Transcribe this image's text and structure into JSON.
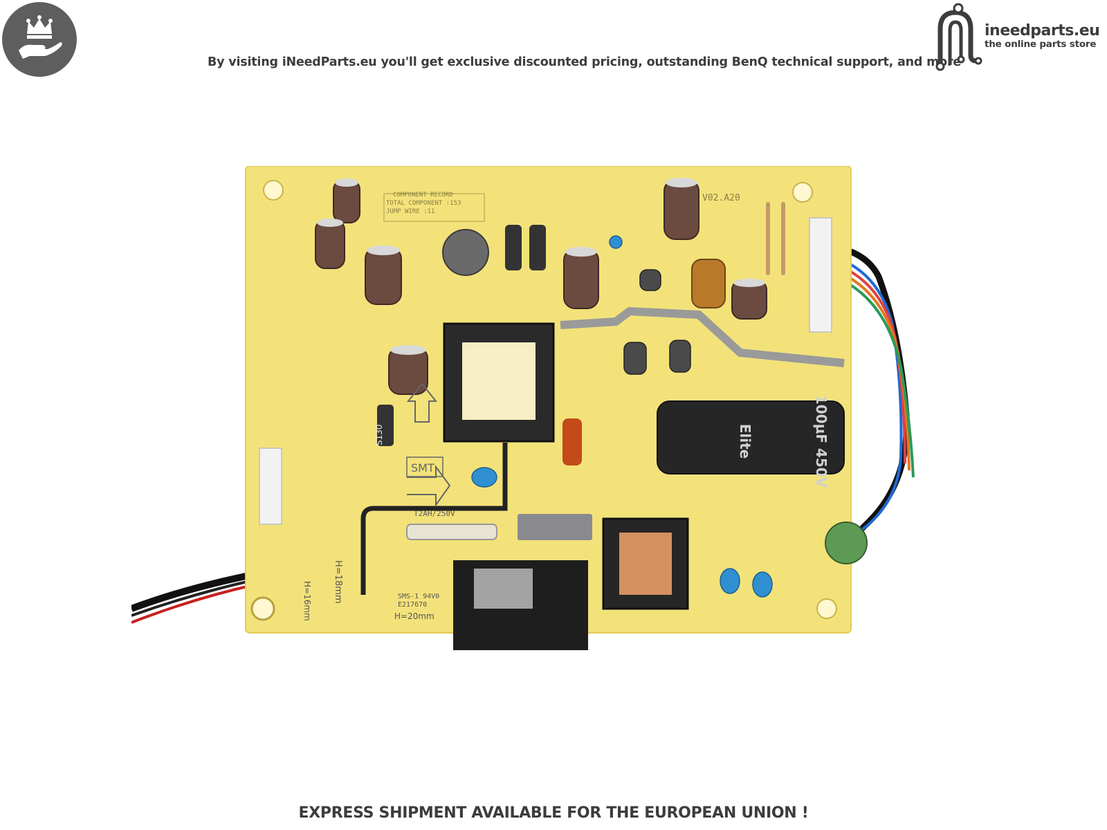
{
  "badge": {
    "icon": "crown-hand-icon",
    "color": "#5e5e5e"
  },
  "header": {
    "tagline": "By visiting iNeedParts.eu you'll get exclusive discounted pricing, outstanding BenQ technical support, and more"
  },
  "logo": {
    "name": "ineedparts.eu",
    "subtitle": "the online parts store",
    "icon": "circuit-n-logo-icon"
  },
  "board": {
    "record_title": "COMPONENT RECORD",
    "record_total": "TOTAL COMPONENT :153",
    "record_jump": "JUMP WIRE :11",
    "version": "V02.A20",
    "fuse_rating": "T2AH/250V",
    "big_cap": "100μF 450V",
    "cap_brand": "Elite",
    "heights": [
      "H=16mm",
      "H=18mm",
      "H=20mm"
    ],
    "cert": "SMS-1 94V0",
    "cert_no": "E217670",
    "smt": "SMT",
    "diode_label": "S130",
    "board_color": "#f3e27a"
  },
  "footer": {
    "text": "EXPRESS SHIPMENT AVAILABLE FOR THE EUROPEAN UNION !"
  }
}
